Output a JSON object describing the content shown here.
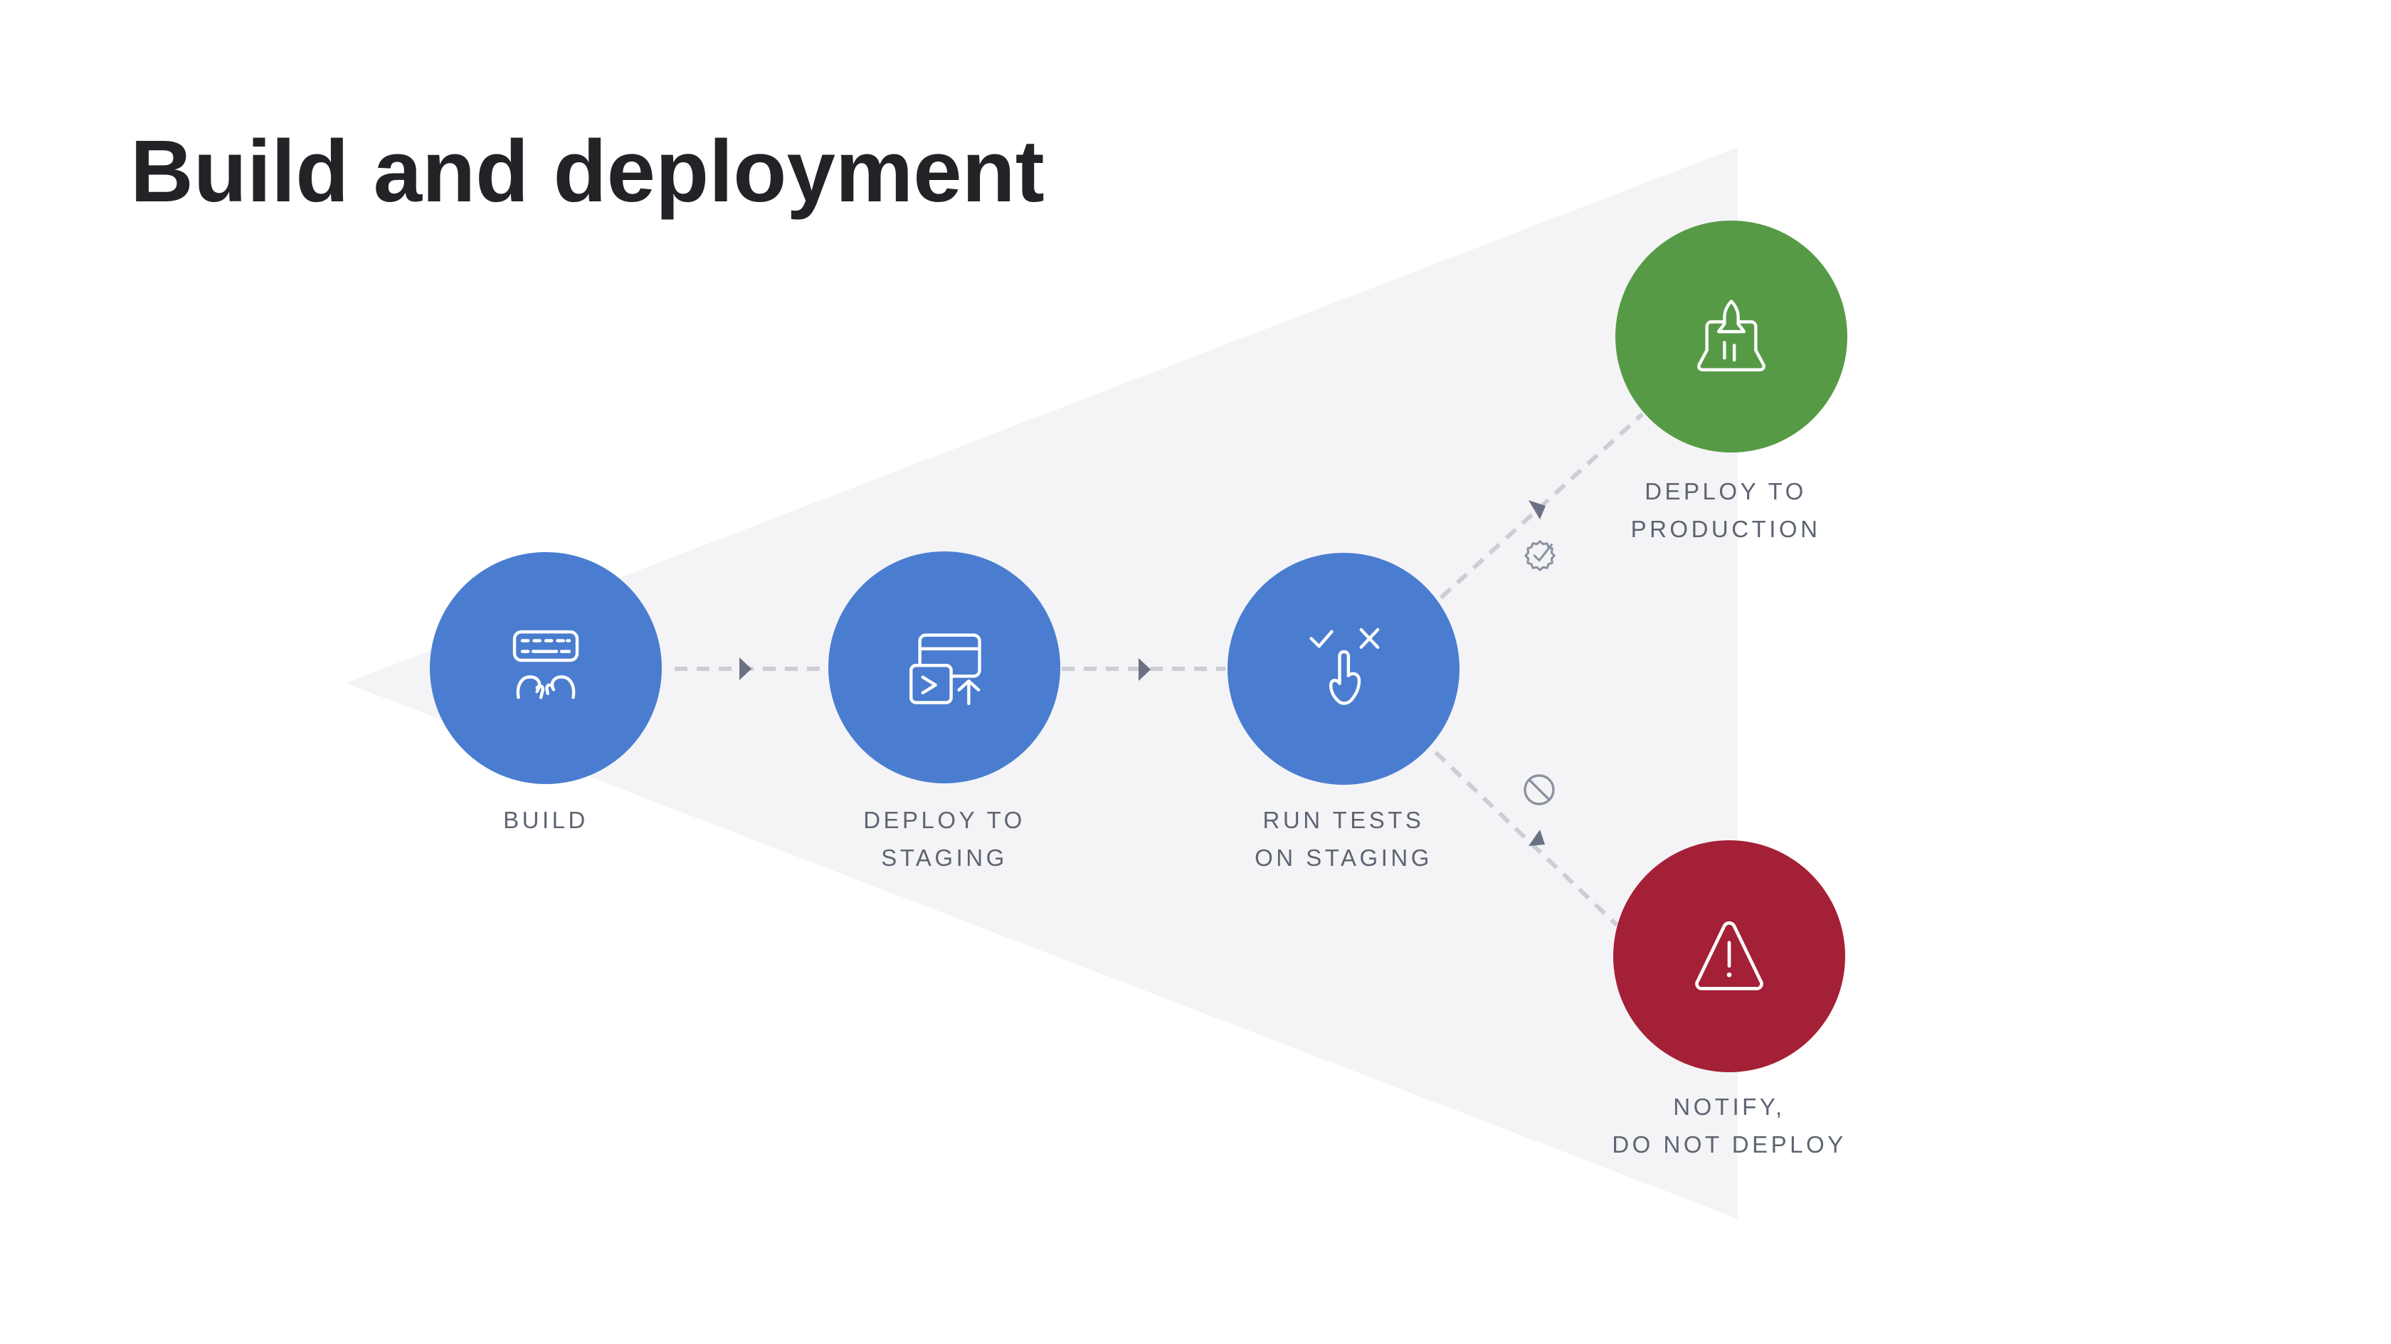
{
  "title": "Build and deployment",
  "colors": {
    "background": "#ffffff",
    "triangle": "#f4f4f6",
    "node_blue": "#4a7dd0",
    "node_green": "#569a46",
    "node_red": "#a42037",
    "dash": "#cbced6",
    "arrow": "#6a7183",
    "label_text": "#5d6472",
    "title_text": "#222327",
    "marker_icon": "#8b92a2",
    "icon_stroke": "#ffffff"
  },
  "nodes": [
    {
      "id": "build",
      "label": "BUILD",
      "icon": "keyboard-typing-icon",
      "color": "#4a7dd0"
    },
    {
      "id": "deploy-staging",
      "label": "DEPLOY TO\nSTAGING",
      "icon": "terminal-window-icon",
      "color": "#4a7dd0"
    },
    {
      "id": "run-tests",
      "label": "RUN TESTS\nON STAGING",
      "icon": "tap-check-cross-icon",
      "color": "#4a7dd0"
    },
    {
      "id": "deploy-production",
      "label": "DEPLOY TO\nPRODUCTION",
      "icon": "rocket-laptop-icon",
      "color": "#569a46"
    },
    {
      "id": "notify",
      "label": "NOTIFY,\nDO NOT DEPLOY",
      "icon": "warning-triangle-icon",
      "color": "#a42037"
    }
  ],
  "connectors": [
    {
      "from": "build",
      "to": "deploy-staging",
      "style": "dashed",
      "arrow": "right"
    },
    {
      "from": "deploy-staging",
      "to": "run-tests",
      "style": "dashed",
      "arrow": "right"
    },
    {
      "from": "run-tests",
      "to": "deploy-production",
      "style": "dashed",
      "arrow": "up-right",
      "marker": "verified-badge-icon"
    },
    {
      "from": "run-tests",
      "to": "notify",
      "style": "dashed",
      "arrow": "down-right",
      "marker": "blocked-icon"
    }
  ]
}
